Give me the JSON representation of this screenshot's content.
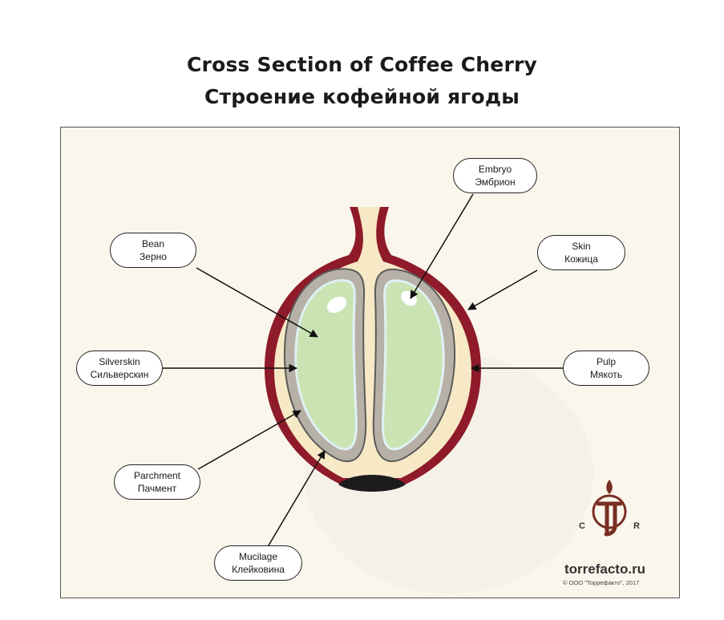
{
  "title": {
    "line1": "Cross Section of Coffee Cherry",
    "line2": "Строение кофейной ягоды"
  },
  "labels": {
    "embryo": {
      "en": "Embryo",
      "ru": "Эмбрион"
    },
    "bean": {
      "en": "Bean",
      "ru": "Зерно"
    },
    "skin": {
      "en": "Skin",
      "ru": "Кожица"
    },
    "silverskin": {
      "en": "Silverskin",
      "ru": "Сильверскин"
    },
    "pulp": {
      "en": "Pulp",
      "ru": "Мякоть"
    },
    "parchment": {
      "en": "Parchment",
      "ru": "Пачмент"
    },
    "mucilage": {
      "en": "Mucilage",
      "ru": "Клейковина"
    }
  },
  "brand": {
    "site": "torrefacto.ru",
    "copyright": "© ООО \"Торрефакто\", 2017",
    "letter_c": "C",
    "letter_r": "R",
    "logo_icon": "tf-flame-logo-icon"
  },
  "colors": {
    "skin": "#8e1a2a",
    "pulp": "#f7e9c5",
    "parchment": "#b7b0a6",
    "bean": "#c9e4b2",
    "silverskin": "#dff1f4",
    "background": "#faf6ec",
    "logo": "#7a2e22"
  }
}
